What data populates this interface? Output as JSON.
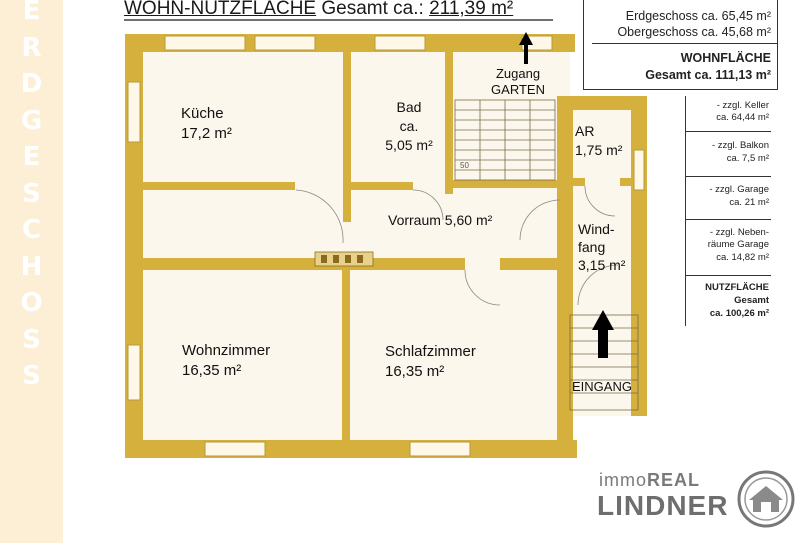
{
  "side_label": "ERDGESCHOSS",
  "title": {
    "prefix": "WOHN-NUTZFLÄCHE",
    "middle": " Gesamt ca.: ",
    "value": "211,39 m²"
  },
  "area_box": {
    "line1": "Erdgeschoss ca. 65,45 m²",
    "line2": "Obergeschoss ca. 45,68 m²",
    "line3": "WOHNFLÄCHE",
    "line4": "Gesamt ca. 111,13 m²"
  },
  "extras": [
    {
      "l1": "- zzgl. Keller",
      "l2": "ca. 64,44 m²"
    },
    {
      "l1": "- zzgl. Balkon",
      "l2": "ca. 7,5 m²"
    },
    {
      "l1": "- zzgl. Garage",
      "l2": "ca. 21 m²"
    },
    {
      "l1": "- zzgl. Neben-",
      "l2": "räume Garage",
      "l3": "ca. 14,82 m²"
    }
  ],
  "nutz": {
    "l1": "NUTZFLÄCHE",
    "l2": "Gesamt",
    "l3": "ca. 100,26 m²"
  },
  "rooms": {
    "kueche": {
      "name": "Küche",
      "area": "17,2 m²"
    },
    "bad": {
      "name": "Bad",
      "l2": "ca.",
      "area": "5,05 m²"
    },
    "zugang": {
      "l1": "Zugang",
      "l2": "GARTEN"
    },
    "ar": {
      "name": "AR",
      "area": "1,75 m²"
    },
    "vorraum": {
      "label": "Vorraum 5,60 m²"
    },
    "windfang": {
      "l1": "Wind-",
      "l2": "fang",
      "area": "3,15 m²"
    },
    "wohnzimmer": {
      "name": "Wohnzimmer",
      "area": "16,35 m²"
    },
    "schlafzimmer": {
      "name": "Schlafzimmer",
      "area": "16,35 m²"
    },
    "eingang": "EINGANG",
    "stair_number": "50"
  },
  "logo": {
    "immo": "immo",
    "real": "REAL",
    "name": "LINDNER"
  },
  "colors": {
    "wall": "#d5b03d",
    "floor": "#fcf7ec",
    "side": "#fcefd6",
    "text": "#111111"
  }
}
